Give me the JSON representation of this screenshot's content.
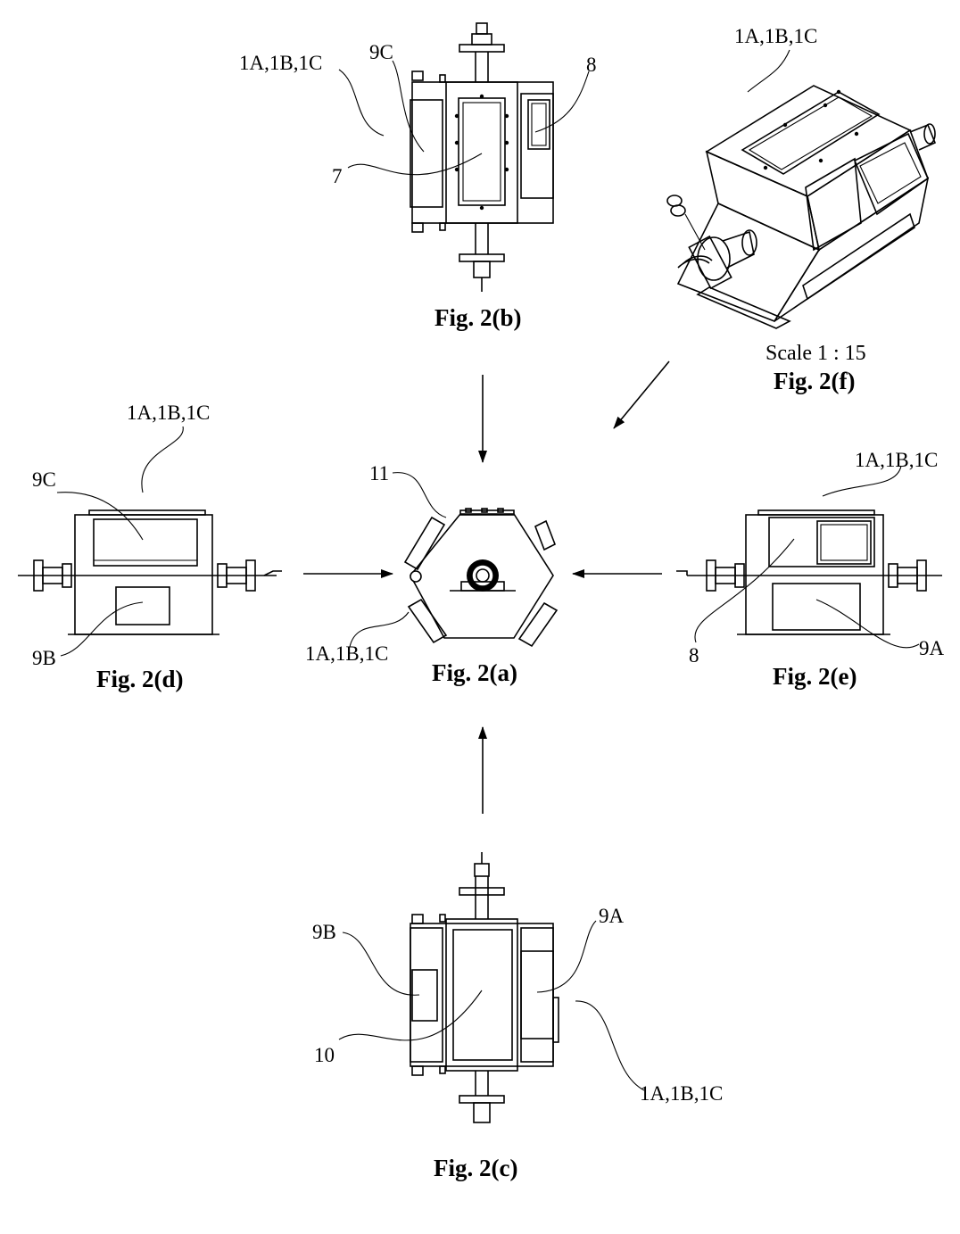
{
  "figures": {
    "a": {
      "caption": "Fig. 2(a)",
      "labels": {
        "cover": "11",
        "body": "1A,1B,1C"
      }
    },
    "b": {
      "caption": "Fig. 2(b)",
      "labels": {
        "body": "1A,1B,1C",
        "side_door": "9C",
        "window": "8",
        "top_door": "7"
      }
    },
    "c": {
      "caption": "Fig. 2(c)",
      "labels": {
        "left_door": "9B",
        "right_door": "9A",
        "bottom_door": "10",
        "body": "1A,1B,1C"
      }
    },
    "d": {
      "caption": "Fig. 2(d)",
      "labels": {
        "body": "1A,1B,1C",
        "upper_door": "9C",
        "lower_door": "9B"
      }
    },
    "e": {
      "caption": "Fig. 2(e)",
      "labels": {
        "body": "1A,1B,1C",
        "window": "8",
        "lower_door": "9A"
      }
    },
    "f": {
      "caption": "Fig. 2(f)",
      "scale": "Scale 1 : 15",
      "labels": {
        "body": "1A,1B,1C"
      }
    }
  }
}
